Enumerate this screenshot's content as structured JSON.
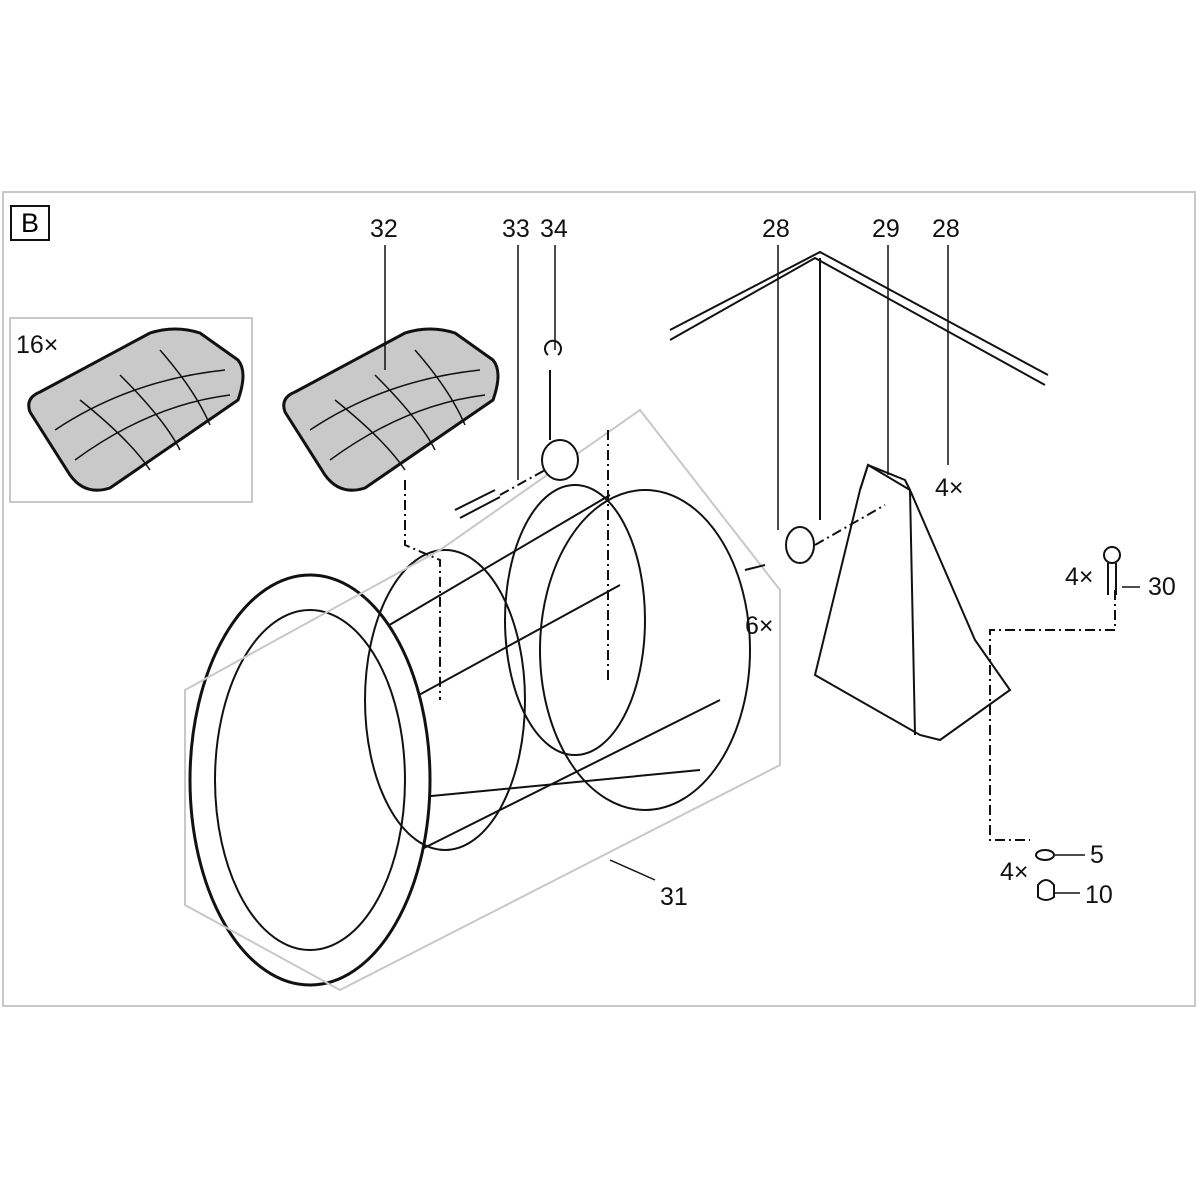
{
  "section_label": "B",
  "callouts": {
    "screen": "32",
    "pin": "33",
    "lock_pin": "34",
    "bearing_left": "28",
    "stand": "29",
    "bearing_right": "28",
    "drum": "31",
    "bolt": "30",
    "washer": "5",
    "nut": "10"
  },
  "quantities": {
    "screens": "16×",
    "stand_screws": "4×",
    "drum_screws": "6×",
    "bolts": "4×",
    "washers_nuts": "4×"
  },
  "colors": {
    "line": "#111111",
    "frame": "#c8c8c8",
    "screen_fill": "#c9c9c9"
  }
}
